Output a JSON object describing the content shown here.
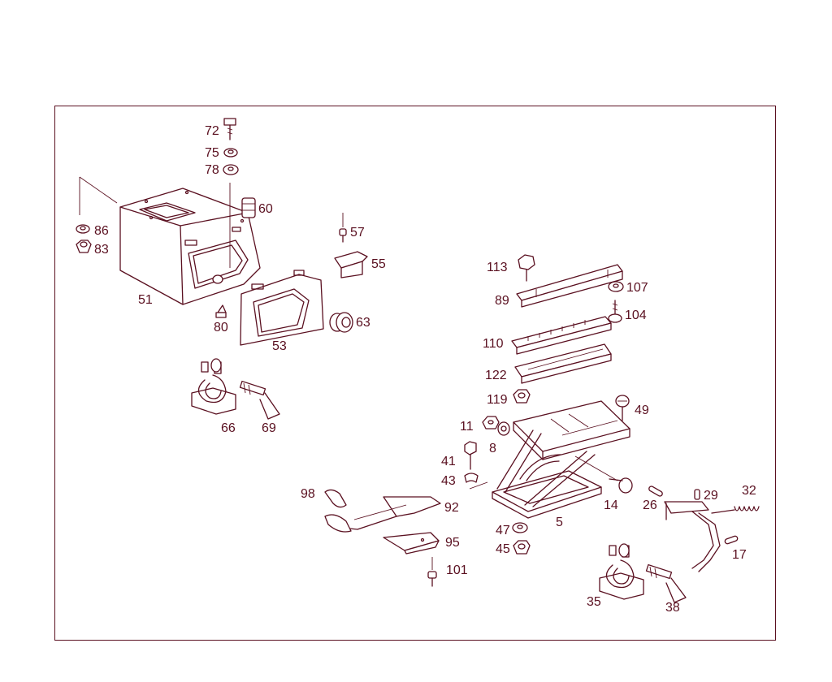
{
  "colors": {
    "ink": "#5a1020",
    "background": "#ffffff"
  },
  "labels": {
    "l72": "72",
    "l75": "75",
    "l78": "78",
    "l60": "60",
    "l86": "86",
    "l83": "83",
    "l51": "51",
    "l80": "80",
    "l57": "57",
    "l55": "55",
    "l53": "53",
    "l63": "63",
    "l66": "66",
    "l69": "69",
    "l113": "113",
    "l107": "107",
    "l89": "89",
    "l104": "104",
    "l110": "110",
    "l122": "122",
    "l119": "119",
    "l49": "49",
    "l11": "11",
    "l8": "8",
    "l41": "41",
    "l43": "43",
    "l98": "98",
    "l92": "92",
    "l14": "14",
    "l26": "26",
    "l29": "29",
    "l32": "32",
    "l47": "47",
    "l5": "5",
    "l45": "45",
    "l95": "95",
    "l17": "17",
    "l101": "101",
    "l35": "35",
    "l38": "38"
  }
}
